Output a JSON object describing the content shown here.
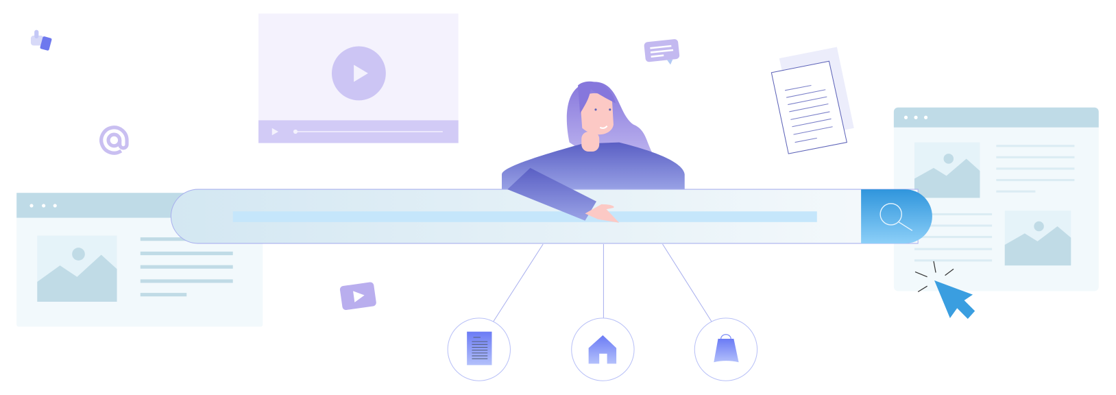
{
  "illustration": {
    "theme": "web-search",
    "icons": [
      "thumbs-up-icon",
      "at-sign-icon",
      "video-player",
      "play-icon",
      "chat-bubble-icon",
      "document-icon",
      "browser-window",
      "image-placeholder-icon",
      "search-bar",
      "search-icon",
      "cursor-arrow-icon",
      "home-icon",
      "shopping-bag-icon"
    ],
    "search_bar": {
      "query_placeholder_fill": 1.0
    }
  },
  "colors": {
    "accent_purple": "#8b7fe0",
    "light_purple": "#cdc6f4",
    "panel_purple": "#f3f1fd",
    "browser_header": "#bfdbe7",
    "browser_body": "#f2f9fc",
    "image_fill": "#c0dbe6",
    "search_blue": "#3a9ee0",
    "search_line": "#c5e6fb",
    "node_blue": "#7b8cf7",
    "outline": "#a9b0ee"
  }
}
